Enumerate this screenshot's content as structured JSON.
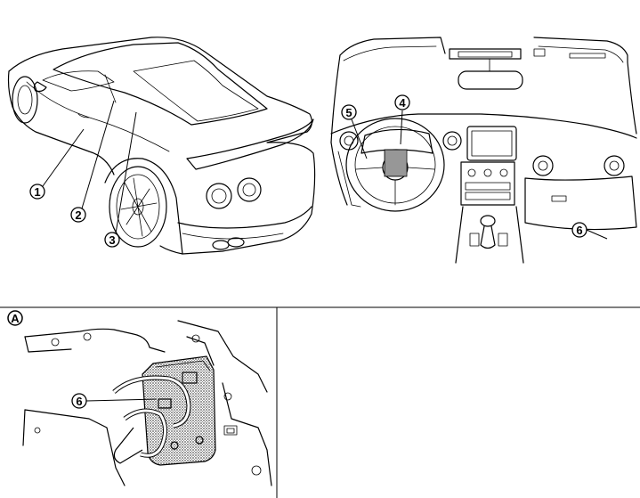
{
  "callouts": {
    "c1": "1",
    "c2": "2",
    "c3": "3",
    "c4": "4",
    "c5": "5",
    "c6_top": "6",
    "c6_detail": "6"
  },
  "panels": {
    "detail_label": "A"
  },
  "colors": {
    "line": "#000000",
    "background": "#ffffff",
    "hatch": "#7a7a7a"
  }
}
